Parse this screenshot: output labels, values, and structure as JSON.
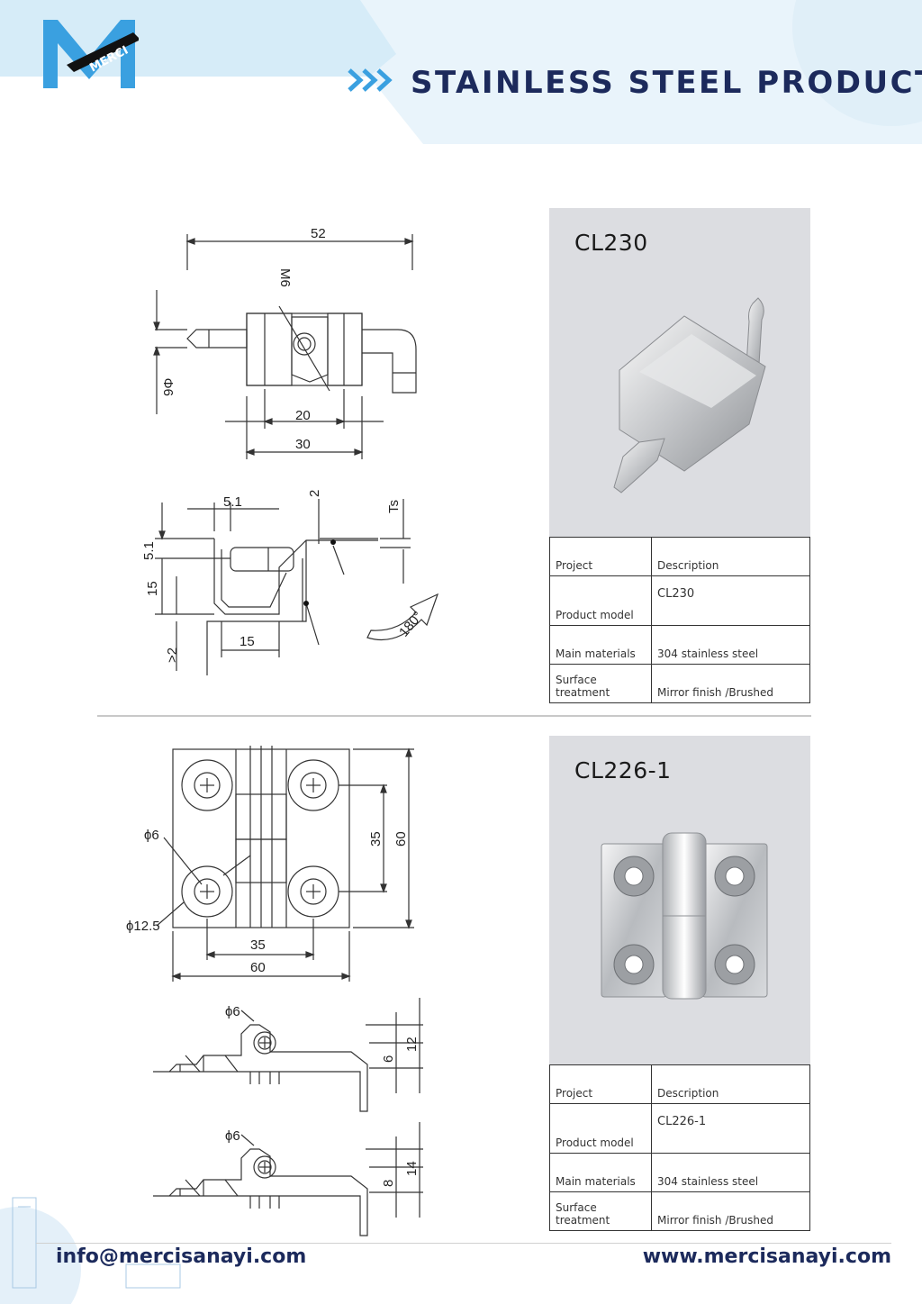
{
  "header": {
    "brand": "MERCI",
    "title": "STAINLESS STEEL PRODUCTS"
  },
  "colors": {
    "navy": "#1c2a5c",
    "accent": "#3aa0e0",
    "band": "#e6f3fb",
    "panel": "#dcdde1"
  },
  "products": [
    {
      "model_title": "CL230",
      "drawing_labels": {
        "d52": "52",
        "m6": "M6",
        "phi9": "9Φ",
        "d20": "20",
        "d30": "30",
        "d5_1a": "5.1",
        "d2": "2",
        "ts": "Ts",
        "d5_1b": "5.1",
        "d15a": "15",
        "gt2": ">2",
        "d15b": "15",
        "rot": "180°"
      },
      "spec": {
        "project_label": "Project",
        "description_label": "Description",
        "model_label": "Product model",
        "model_value": "CL230",
        "materials_label": "Main materials",
        "materials_value": "304 stainless steel",
        "surface_label": "Surface treatment",
        "surface_value": "Mirror finish /Brushed"
      }
    },
    {
      "model_title": "CL226-1",
      "drawing_labels": {
        "phi6a": "ϕ6",
        "phi12_5": "ϕ12.5",
        "d35a": "35",
        "d60a": "60",
        "d35b": "35",
        "d60b": "60",
        "phi6b": "ϕ6",
        "d6": "6",
        "d12": "12",
        "phi6c": "ϕ6",
        "d8": "8",
        "d14": "14"
      },
      "spec": {
        "project_label": "Project",
        "description_label": "Description",
        "model_label": "Product model",
        "model_value": "CL226-1",
        "materials_label": "Main materials",
        "materials_value": "304 stainless steel",
        "surface_label": "Surface treatment",
        "surface_value": "Mirror finish /Brushed"
      }
    }
  ],
  "footer": {
    "email": "info@mercisanayi.com",
    "website": "www.mercisanayi.com"
  }
}
